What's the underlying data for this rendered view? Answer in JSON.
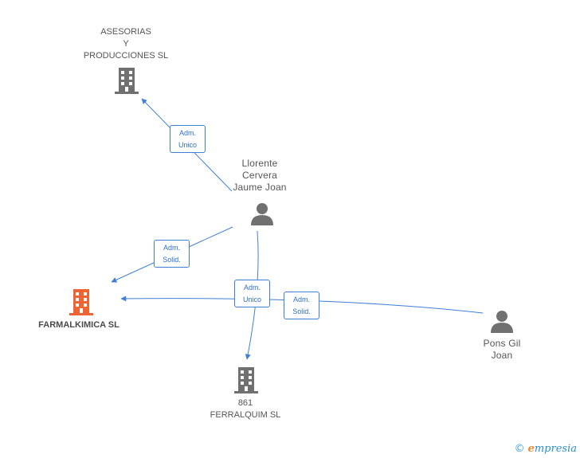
{
  "nodes": {
    "asesorias": {
      "label": "ASESORIAS\nY\nPRODUCCIONES SL",
      "type": "company",
      "color": "#707070"
    },
    "llorente": {
      "label": "Llorente\nCervera\nJaume Joan",
      "type": "person",
      "color": "#707070"
    },
    "farmalkimica": {
      "label": "FARMALKIMICA SL",
      "type": "company",
      "color": "#f06332"
    },
    "ferralquim": {
      "label": "861\nFERRALQUIM SL",
      "type": "company",
      "color": "#707070"
    },
    "pons": {
      "label": "Pons Gil\nJoan",
      "type": "person",
      "color": "#707070"
    }
  },
  "edges": {
    "llorente_asesorias": {
      "label": "Adm.\nUnico"
    },
    "llorente_farmalkimica": {
      "label": "Adm.\nSolid."
    },
    "llorente_ferralquim": {
      "label": "Adm.\nUnico"
    },
    "pons_farmalkimica": {
      "label": "Adm.\nSolid."
    }
  },
  "brand": {
    "copyright": "©",
    "e": "e",
    "rest": "mpresia"
  },
  "colors": {
    "edge": "#3f7fd6",
    "accent": "#f06332",
    "neutral": "#707070"
  }
}
